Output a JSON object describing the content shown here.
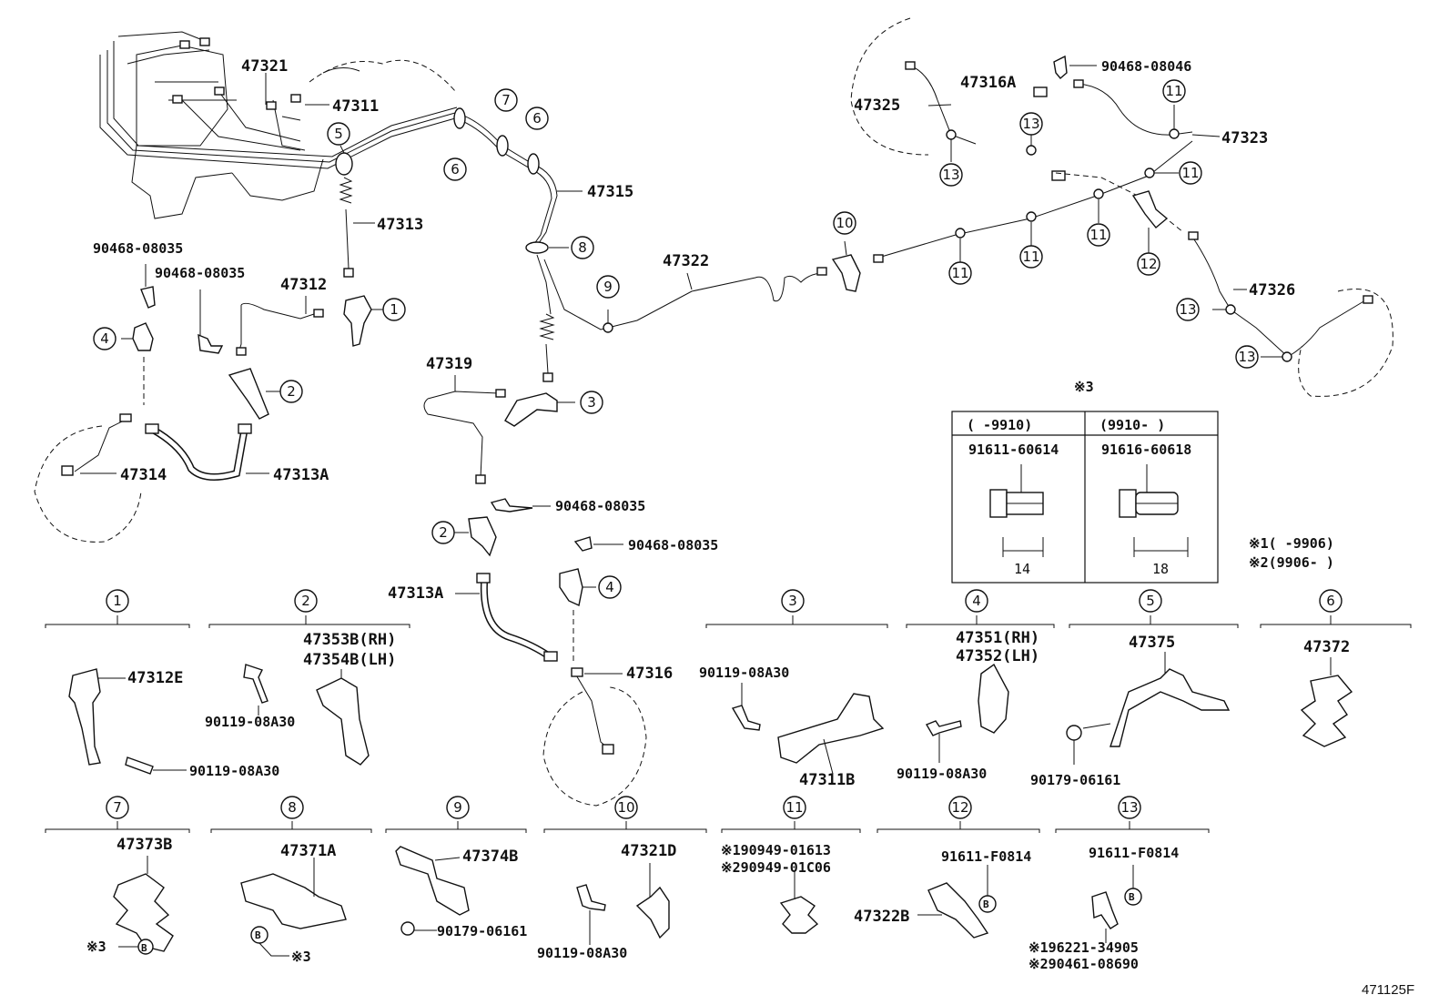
{
  "diagram_id": "471125F",
  "part_labels": {
    "p47321": "47321",
    "p47311": "47311",
    "p47313": "47313",
    "p47312": "47312",
    "p47315": "47315",
    "p47322": "47322",
    "p47319": "47319",
    "p47314": "47314",
    "p47313A_top": "47313A",
    "p47313A_mid": "47313A",
    "p47316": "47316",
    "p47316A": "47316A",
    "p47325": "47325",
    "p47323": "47323",
    "p47326": "47326",
    "p90468_08046": "90468-08046",
    "p90468_08035_a": "90468-08035",
    "p90468_08035_b": "90468-08035",
    "p90468_08035_c": "90468-08035",
    "p90468_08035_d": "90468-08035"
  },
  "callouts": {
    "c1": "1",
    "c2": "2",
    "c3": "3",
    "c4": "4",
    "c5": "5",
    "c6": "6",
    "c7": "7",
    "c8": "8",
    "c9": "9",
    "c10": "10",
    "c11": "11",
    "c12": "12",
    "c13": "13"
  },
  "bolt_table": {
    "note": "※3",
    "col1_header": "(    -9910)",
    "col2_header": "(9910-     )",
    "col1_part": "91611-60614",
    "col2_part": "91616-60618",
    "col1_dim": "14",
    "col2_dim": "18"
  },
  "date_notes": {
    "n1": "※1(      -9906)",
    "n2": "※2(9906-      )"
  },
  "details": {
    "d1": {
      "num": "1",
      "parts": [
        "47312E",
        "90119-08A30"
      ]
    },
    "d2": {
      "num": "2",
      "parts": [
        "47353B(RH)",
        "47354B(LH)",
        "90119-08A30"
      ]
    },
    "d3": {
      "num": "3",
      "parts": [
        "90119-08A30",
        "47311B"
      ]
    },
    "d4": {
      "num": "4",
      "parts": [
        "47351(RH)",
        "47352(LH)",
        "90119-08A30"
      ]
    },
    "d5": {
      "num": "5",
      "parts": [
        "47375",
        "90179-06161"
      ]
    },
    "d6": {
      "num": "6",
      "parts": [
        "47372"
      ]
    },
    "d7": {
      "num": "7",
      "parts": [
        "47373B",
        "※3",
        "B"
      ]
    },
    "d8": {
      "num": "8",
      "parts": [
        "47371A",
        "B",
        "※3"
      ]
    },
    "d9": {
      "num": "9",
      "parts": [
        "47374B",
        "90179-06161"
      ]
    },
    "d10": {
      "num": "10",
      "parts": [
        "47321D",
        "90119-08A30"
      ]
    },
    "d11": {
      "num": "11",
      "parts": [
        "※190949-01613",
        "※290949-01C06"
      ]
    },
    "d12": {
      "num": "12",
      "parts": [
        "91611-F0814",
        "B",
        "47322B"
      ]
    },
    "d13": {
      "num": "13",
      "parts": [
        "91611-F0814",
        "B",
        "※196221-34905",
        "※290461-08690"
      ]
    }
  }
}
